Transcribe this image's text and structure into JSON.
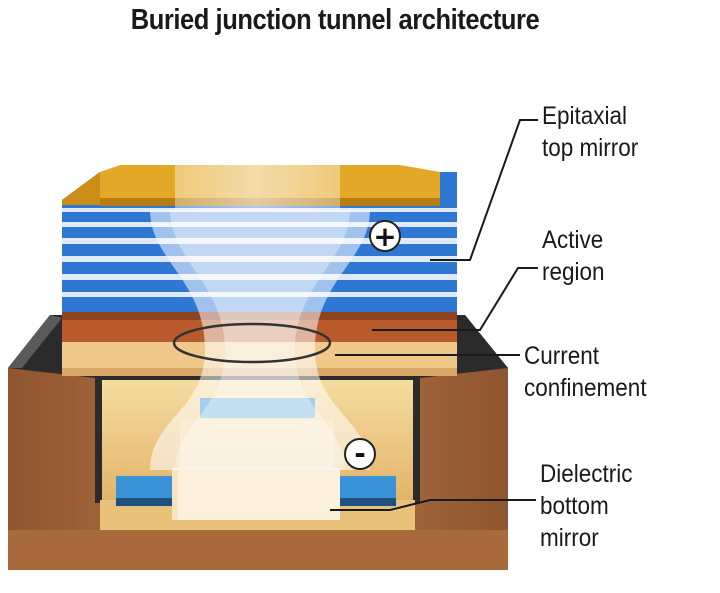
{
  "title": "Buried junction tunnel architecture",
  "labels": {
    "epitaxial_top_mirror": [
      "Epitaxial",
      "top mirror"
    ],
    "active_region": [
      "Active",
      "region"
    ],
    "current_confinement": [
      "Current",
      "confinement"
    ],
    "dielectric_bottom_mirror": [
      "Dielectric",
      "bottom",
      "mirror"
    ]
  },
  "signs": {
    "positive": "+",
    "negative": "-"
  },
  "colors": {
    "substrate": "#a86a3a",
    "trench": "#e8c27a",
    "dark_layer": "#3a3a3a",
    "gold": "#e3a828",
    "mirror_blue": "#2e78d4",
    "mirror_light": "#dfe9f7",
    "active": "#b85a2c",
    "confinement": "#f0c98a",
    "dielectric": "#3a93d6",
    "beam": "#ffffff"
  },
  "icons": [
    "plus-sign-icon",
    "minus-sign-icon",
    "confinement-ring-icon"
  ]
}
